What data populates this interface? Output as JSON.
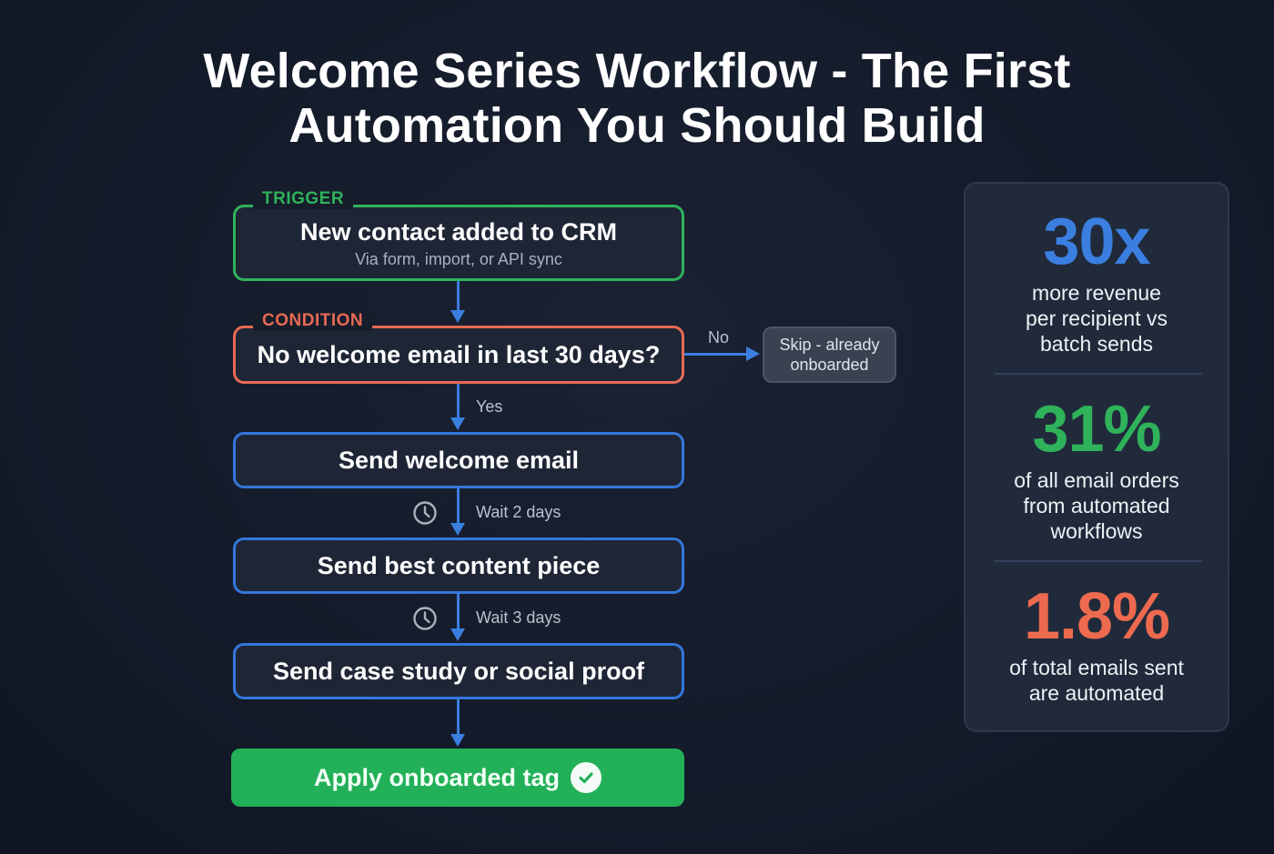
{
  "title": {
    "line1": "Welcome Series Workflow - The First",
    "line2": "Automation You Should Build"
  },
  "colors": {
    "background": "#141b2a",
    "trigger": "#2fb25a",
    "condition": "#e86a55",
    "action": "#3477db",
    "final": "#22b058",
    "stat_blue": "#3a7fe0",
    "stat_green": "#2fb25a",
    "stat_orange": "#ee6a4f"
  },
  "workflow": {
    "trigger": {
      "tag": "TRIGGER",
      "title": "New contact added to CRM",
      "subtitle": "Via form, import, or API sync"
    },
    "condition": {
      "tag": "CONDITION",
      "title": "No welcome email in last 30 days?",
      "yes_label": "Yes",
      "no_label": "No",
      "no_branch": "Skip - already onboarded"
    },
    "steps": [
      {
        "title": "Send welcome email"
      },
      {
        "title": "Send best content piece"
      },
      {
        "title": "Send case study or social proof"
      }
    ],
    "waits": [
      {
        "label": "Wait 2 days",
        "icon": "clock-icon"
      },
      {
        "label": "Wait 3 days",
        "icon": "clock-icon"
      }
    ],
    "final": {
      "title": "Apply onboarded tag",
      "icon": "check-circle-icon"
    }
  },
  "stats": [
    {
      "value": "30x",
      "description": "more revenue per recipient vs batch sends",
      "color": "#3a7fe0"
    },
    {
      "value": "31%",
      "description": "of all email orders from automated workflows",
      "color": "#2fb25a"
    },
    {
      "value": "1.8%",
      "description": "of total emails sent are automated",
      "color": "#ee6a4f"
    }
  ]
}
